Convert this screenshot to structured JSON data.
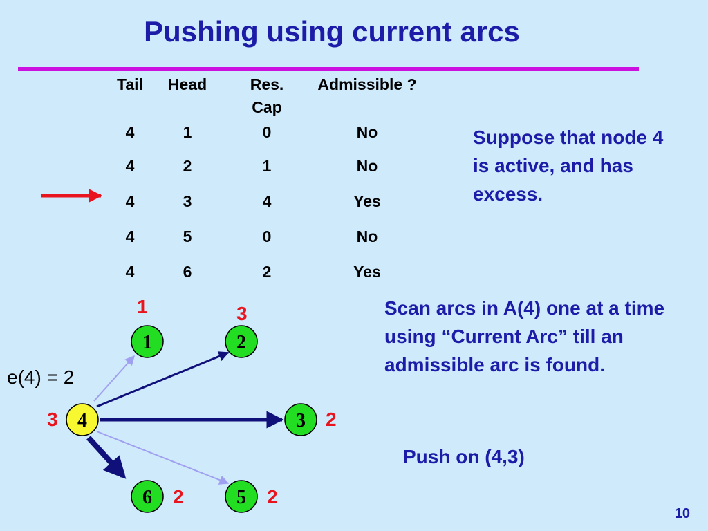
{
  "title": "Pushing using current arcs",
  "table": {
    "headers": {
      "tail": "Tail",
      "head": "Head",
      "res": "Res. Cap",
      "admissible": "Admissible ?"
    },
    "rows": [
      {
        "tail": "4",
        "head": "1",
        "res": "0",
        "admissible": "No"
      },
      {
        "tail": "4",
        "head": "2",
        "res": "1",
        "admissible": "No"
      },
      {
        "tail": "4",
        "head": "3",
        "res": "4",
        "admissible": "Yes"
      },
      {
        "tail": "4",
        "head": "5",
        "res": "0",
        "admissible": "No"
      },
      {
        "tail": "4",
        "head": "6",
        "res": "2",
        "admissible": "Yes"
      }
    ],
    "current_arc_row": 3
  },
  "suppose_text": "Suppose that node 4 is active, and has excess.",
  "scan_text": "Scan arcs in A(4) one at a time using “Current Arc” till an admissible arc is found.",
  "push_text": "Push on (4,3)",
  "excess_label": "e(4) = 2",
  "graph": {
    "nodes": [
      {
        "id": "1",
        "label": "1",
        "distance": "1",
        "fill": "#22dd22"
      },
      {
        "id": "2",
        "label": "2",
        "distance": "3",
        "fill": "#22dd22"
      },
      {
        "id": "3",
        "label": "3",
        "distance": "2",
        "fill": "#22dd22"
      },
      {
        "id": "4",
        "label": "4",
        "distance": "3",
        "fill": "#f8f830"
      },
      {
        "id": "5",
        "label": "5",
        "distance": "2",
        "fill": "#22dd22"
      },
      {
        "id": "6",
        "label": "6",
        "distance": "2",
        "fill": "#22dd22"
      }
    ],
    "arcs": [
      {
        "from": "4",
        "to": "1",
        "style": "thin-light"
      },
      {
        "from": "4",
        "to": "2",
        "style": "medium-dark"
      },
      {
        "from": "4",
        "to": "3",
        "style": "thick-dark"
      },
      {
        "from": "4",
        "to": "5",
        "style": "thin-light"
      },
      {
        "from": "4",
        "to": "6",
        "style": "thick-dark"
      }
    ]
  },
  "colors": {
    "background": "#cfeafb",
    "title": "#1c1ca8",
    "rule": "#cc10e0",
    "distance_label": "#e8141e",
    "arrow": "#e8141e"
  },
  "page_number": "10"
}
